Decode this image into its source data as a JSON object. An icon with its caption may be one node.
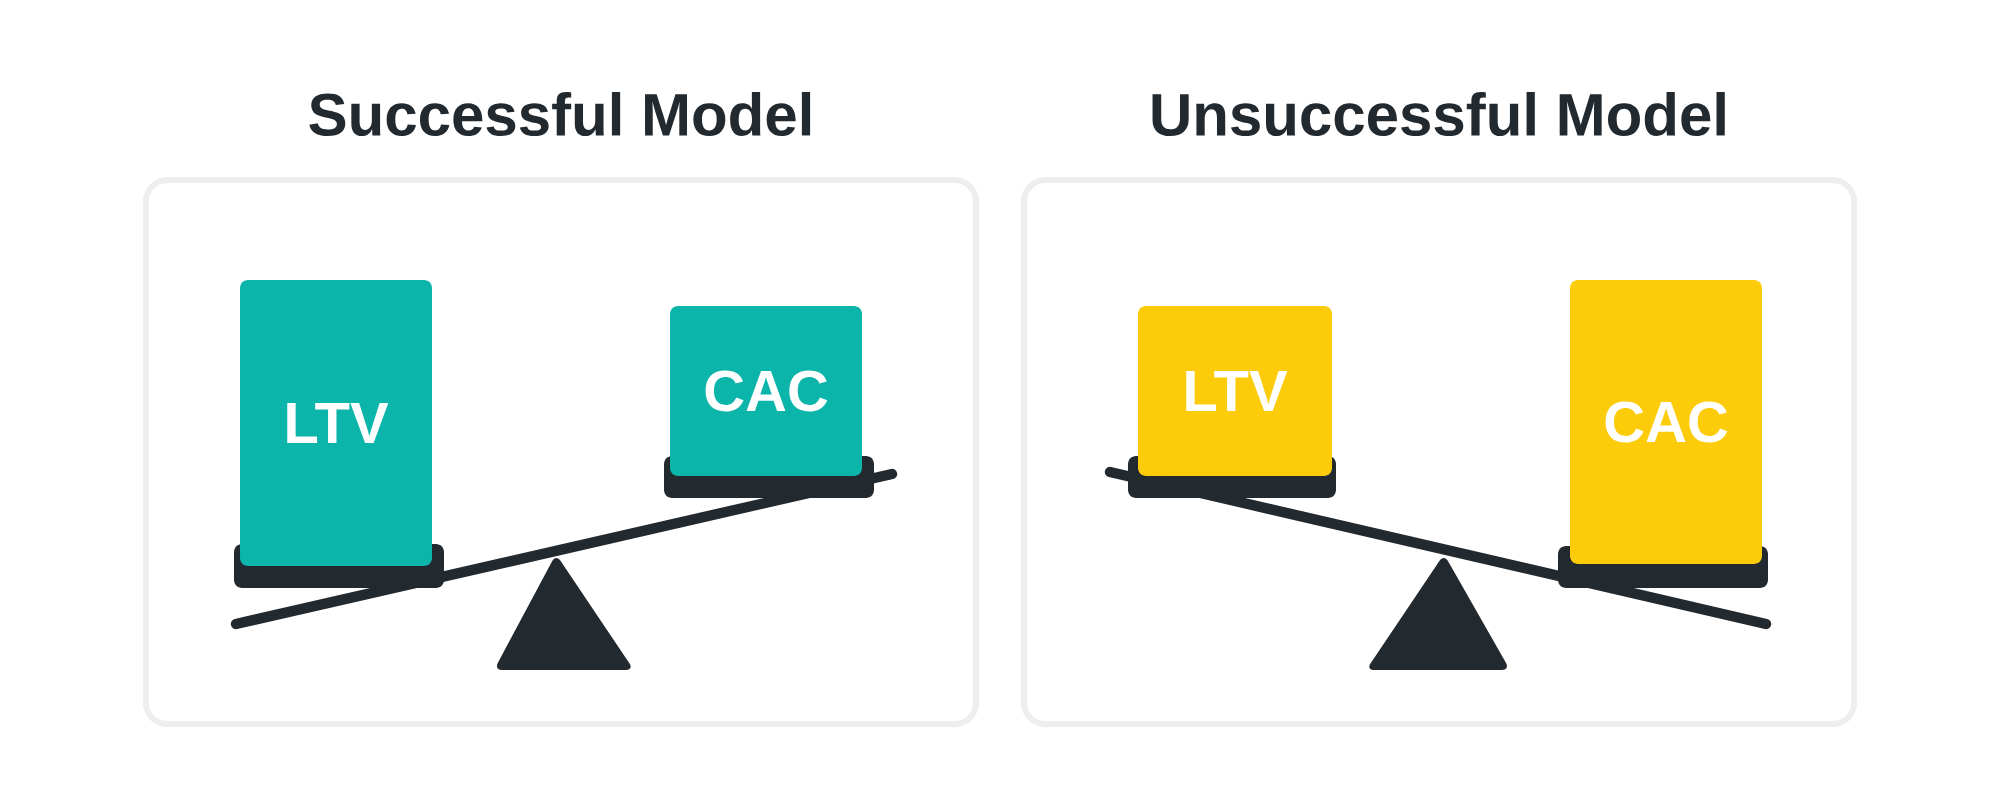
{
  "diagram": {
    "nodes": [
      {
        "text": [
          "Successful Model"
        ]
      },
      {
        "text": [
          "LTV"
        ],
        "in": 0
      },
      {
        "text": [
          "CAC"
        ],
        "in": 0
      },
      {
        "text": [
          "Unsuccessful Model"
        ]
      },
      {
        "text": [
          "LTV"
        ],
        "in": 3
      },
      {
        "text": [
          "CAC"
        ],
        "in": 3
      }
    ]
  }
}
